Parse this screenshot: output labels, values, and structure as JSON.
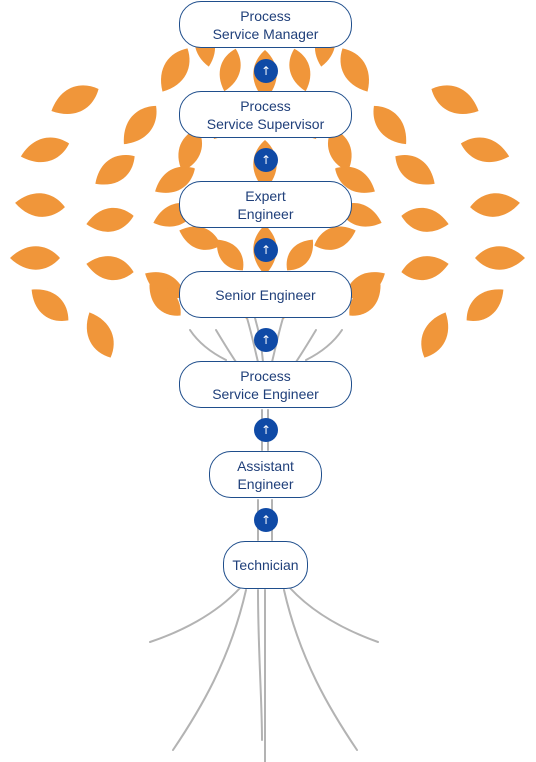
{
  "colors": {
    "leaf": "#F0963A",
    "branch": "#B3B3B3",
    "node_border": "#1F4E8C",
    "node_text": "#1F3F7A",
    "arrow_fill": "#0F4AA6"
  },
  "arrow_icon": "arrow-up-icon",
  "arrow_glyph": "↑",
  "levels": [
    {
      "id": "process-service-manager",
      "label": "Process\nService Manager"
    },
    {
      "id": "process-service-supervisor",
      "label": "Process\nService Supervisor"
    },
    {
      "id": "expert-engineer",
      "label": "Expert\nEngineer"
    },
    {
      "id": "senior-engineer",
      "label": "Senior Engineer"
    },
    {
      "id": "process-service-engineer",
      "label": "Process\nService Engineer"
    },
    {
      "id": "assistant-engineer",
      "label": "Assistant\nEngineer"
    },
    {
      "id": "technician",
      "label": "Technician"
    }
  ]
}
